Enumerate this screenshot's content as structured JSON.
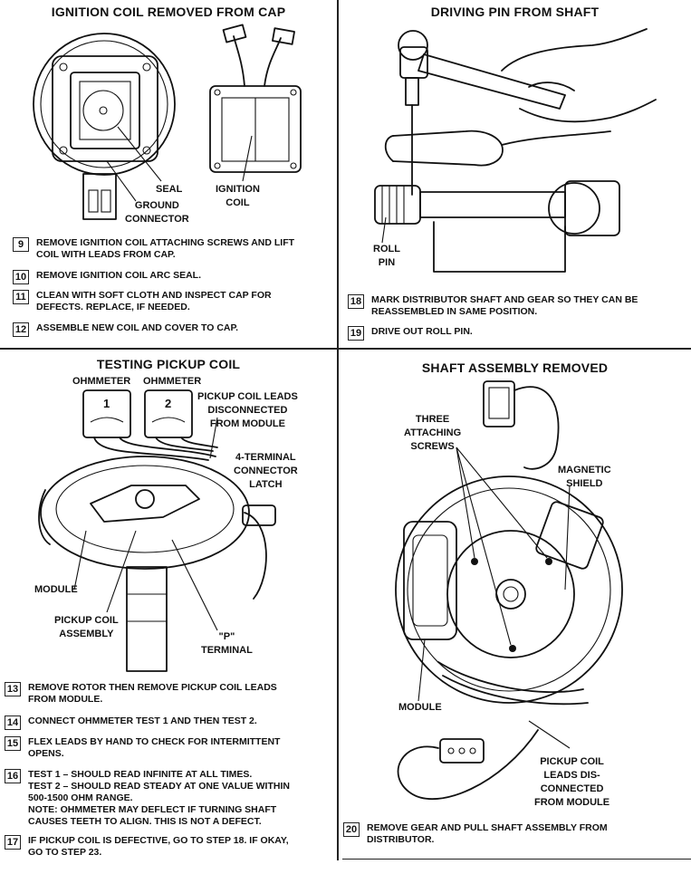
{
  "panels": [
    {
      "title": "IGNITION COIL REMOVED FROM CAP",
      "labels": {
        "seal": "SEAL",
        "ground_connector": "GROUND\nCONNECTOR",
        "ignition_coil": "IGNITION\nCOIL"
      },
      "steps": [
        {
          "num": "9",
          "text": "REMOVE IGNITION COIL ATTACHING SCREWS AND LIFT\nCOIL WITH LEADS FROM CAP."
        },
        {
          "num": "10",
          "text": "REMOVE IGNITION COIL ARC SEAL."
        },
        {
          "num": "11",
          "text": "CLEAN WITH SOFT CLOTH AND INSPECT CAP FOR\nDEFECTS. REPLACE, IF NEEDED."
        },
        {
          "num": "12",
          "text": "ASSEMBLE NEW COIL AND COVER TO CAP."
        }
      ]
    },
    {
      "title": "DRIVING PIN FROM SHAFT",
      "labels": {
        "roll_pin": "ROLL\nPIN"
      },
      "steps": [
        {
          "num": "18",
          "text": "MARK DISTRIBUTOR SHAFT AND GEAR SO THEY CAN BE\nREASSEMBLED IN SAME POSITION."
        },
        {
          "num": "19",
          "text": "DRIVE OUT ROLL PIN."
        }
      ]
    },
    {
      "title": "TESTING PICKUP COIL",
      "labels": {
        "ohmmeter_1": "OHMMETER",
        "ohmmeter_2": "OHMMETER",
        "dial_1": "1",
        "dial_2": "2",
        "pickup_coil_leads": "PICKUP COIL LEADS\nDISCONNECTED\nFROM MODULE",
        "connector_latch": "4-TERMINAL\nCONNECTOR\nLATCH",
        "module": "MODULE",
        "pickup_coil_assembly": "PICKUP COIL\nASSEMBLY",
        "p_terminal": "\"P\"\nTERMINAL"
      },
      "steps": [
        {
          "num": "13",
          "text": "REMOVE ROTOR THEN REMOVE PICKUP COIL LEADS\nFROM MODULE."
        },
        {
          "num": "14",
          "text": "CONNECT OHMMETER TEST 1 AND THEN TEST 2."
        },
        {
          "num": "15",
          "text": "FLEX LEADS BY HAND TO CHECK FOR INTERMITTENT\nOPENS."
        },
        {
          "num": "16",
          "text": "TEST 1 – SHOULD READ INFINITE AT ALL TIMES.\nTEST 2 – SHOULD READ STEADY AT ONE VALUE WITHIN\n500-1500 OHM RANGE.\nNOTE: OHMMETER MAY DEFLECT IF TURNING SHAFT\n          CAUSES TEETH TO ALIGN. THIS IS NOT A DEFECT."
        },
        {
          "num": "17",
          "text": "IF PICKUP COIL IS DEFECTIVE, GO TO STEP 18. IF OKAY,\nGO TO STEP 23."
        }
      ]
    },
    {
      "title": "SHAFT ASSEMBLY REMOVED",
      "labels": {
        "three_screws": "THREE\nATTACHING\nSCREWS",
        "magnetic_shield": "MAGNETIC\nSHIELD",
        "module": "MODULE",
        "pickup_leads": "PICKUP COIL\nLEADS DIS-\nCONNECTED\nFROM MODULE"
      },
      "steps": [
        {
          "num": "20",
          "text": "REMOVE GEAR AND PULL SHAFT ASSEMBLY FROM\nDISTRIBUTOR."
        }
      ]
    }
  ]
}
